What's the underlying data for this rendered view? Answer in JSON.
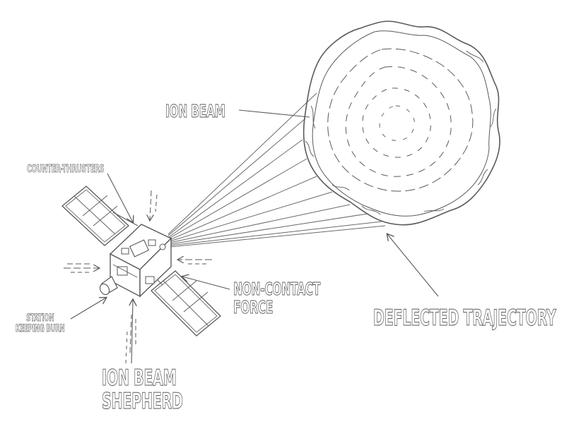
{
  "colors": {
    "background": "#ffffff",
    "line": "#5a5a5a",
    "text_fill": "#ffffff",
    "text_stroke": "#5a5a5a"
  },
  "labels": {
    "ion_beam": "ION BEAM",
    "counter_thrusters": "COUNTER-THRUSTERS",
    "non_contact_force": [
      "NON-CONTACT",
      "FORCE"
    ],
    "station_keeping_burn": [
      "STATION",
      "KEEPING BURN"
    ],
    "deflected_trajectory": "DEFLECTED TRAJECTORY",
    "ion_beam_shepherd": [
      "ION BEAM",
      "SHEPHERD"
    ]
  }
}
